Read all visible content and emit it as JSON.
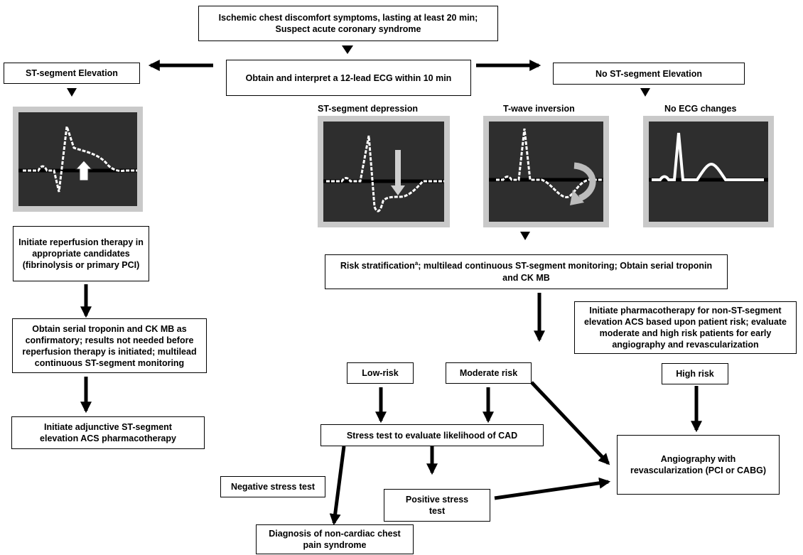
{
  "nodes": {
    "start": {
      "line1": "Ischemic chest discomfort symptoms, lasting at least 20 min;",
      "line2": "Suspect acute coronary syndrome"
    },
    "ecg12": "Obtain and interpret a 12-lead ECG within 10 min",
    "st_elevation": "ST-segment Elevation",
    "no_st_elevation": "No ST-segment Elevation",
    "reperfusion": "Initiate reperfusion therapy in appropriate candidates (fibrinolysis or primary PCI)",
    "troponin_ste": "Obtain serial troponin and CK MB as confirmatory; results not needed before reperfusion therapy is initiated; multilead continuous ST-segment monitoring",
    "adjunctive": "Initiate adjunctive ST-segment elevation ACS pharmacotherapy",
    "risk_strat": {
      "part1": "Risk stratification",
      "sup": "a",
      "part2": "; multilead continuous ST-segment monitoring; Obtain serial troponin and CK MB"
    },
    "pharmaco": "Initiate pharmacotherapy for non-ST-segment elevation ACS based upon patient risk; evaluate moderate and high risk patients for early angiography and revascularization",
    "low_risk": "Low-risk",
    "moderate_risk": "Moderate risk",
    "high_risk": "High risk",
    "stress_test": "Stress test to evaluate likelihood of CAD",
    "angiography": "Angiography with revascularization (PCI or CABG)",
    "negative_stress": "Negative stress test",
    "positive_stress": "Positive stress test",
    "diagnosis": "Diagnosis of non-cardiac chest pain syndrome"
  },
  "ecg_labels": {
    "st_depression": "ST-segment depression",
    "t_wave": "T-wave inversion",
    "no_changes": "No ECG changes"
  },
  "colors": {
    "ecg_bg": "#2e2e2e",
    "ecg_frame": "#c9c9c9",
    "trace": "#ffffff",
    "baseline": "#000000"
  }
}
